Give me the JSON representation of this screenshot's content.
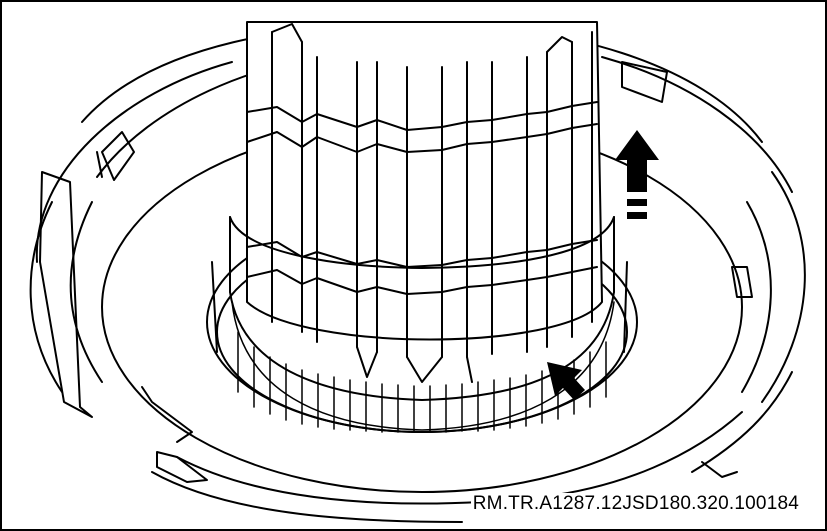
{
  "figure": {
    "reference_code": "RM.TR.A1287.12JSD180.320.100184",
    "line_color": "#000000",
    "background_color": "#ffffff",
    "annotations": [
      {
        "name": "removal-direction-arrow",
        "icon": "arrow-up-dashed"
      },
      {
        "name": "location-pointer-arrow",
        "icon": "arrow-diagonal"
      }
    ]
  }
}
